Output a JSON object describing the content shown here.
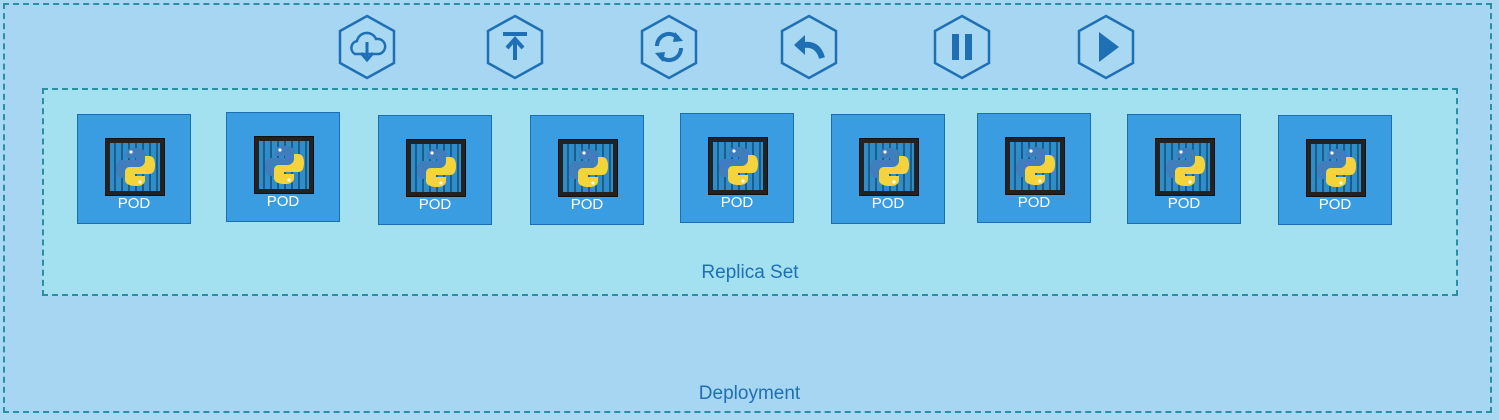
{
  "toolbar": {
    "icons": [
      "cloud-download-icon",
      "upload-icon",
      "refresh-icon",
      "undo-icon",
      "pause-icon",
      "play-icon"
    ]
  },
  "replica_set": {
    "label": "Replica Set",
    "pods": [
      {
        "label": "POD"
      },
      {
        "label": "POD"
      },
      {
        "label": "POD"
      },
      {
        "label": "POD"
      },
      {
        "label": "POD"
      },
      {
        "label": "POD"
      },
      {
        "label": "POD"
      },
      {
        "label": "POD"
      },
      {
        "label": "POD"
      }
    ]
  },
  "deployment": {
    "label": "Deployment"
  },
  "colors": {
    "deployment_bg": "#a7d6f3",
    "replica_bg": "#a3e1f1",
    "border": "#2a8fa3",
    "pod_bg": "#3a9de2",
    "label_text": "#1f6fb4",
    "icon_stroke": "#1f6fb4"
  }
}
